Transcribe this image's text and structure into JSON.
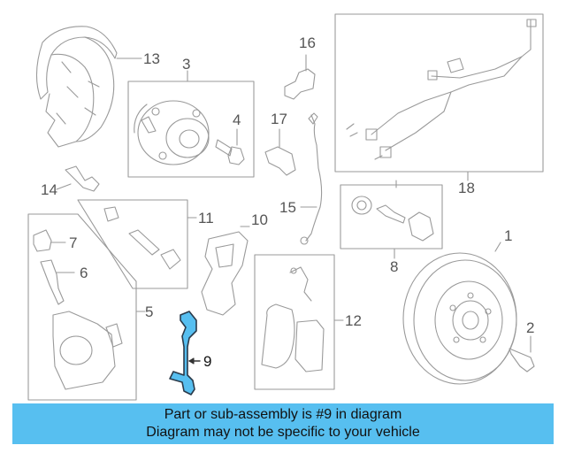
{
  "callouts": {
    "c1": "1",
    "c2": "2",
    "c3": "3",
    "c4": "4",
    "c5": "5",
    "c6": "6",
    "c7": "7",
    "c8": "8",
    "c9": "9",
    "c10": "10",
    "c11": "11",
    "c12": "12",
    "c13": "13",
    "c14": "14",
    "c15": "15",
    "c16": "16",
    "c17": "17",
    "c18": "18"
  },
  "highlight": {
    "part": "9",
    "color": "#57bff0"
  },
  "banner": {
    "line1": "Part or sub-assembly is #9 in diagram",
    "line2": "Diagram may not be specific to your vehicle",
    "color": "#57bff0"
  },
  "colors": {
    "line": "#9a9a9a",
    "highlight_stroke": "#2a3a4a"
  }
}
